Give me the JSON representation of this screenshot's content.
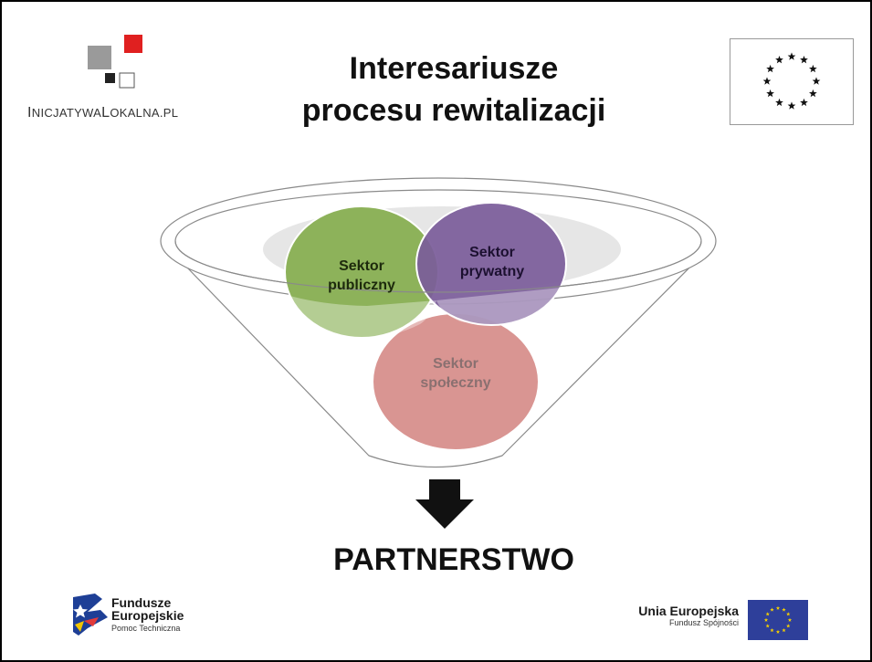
{
  "header": {
    "title_line1": "Interesariusze",
    "title_line2": "procesu rewitalizacji",
    "brand": {
      "cap1": "I",
      "rest1": "NICJATYWA",
      "cap2": "L",
      "rest2": "OKALNA",
      "suffix": ".PL"
    }
  },
  "diagram": {
    "public": {
      "line1": "Sektor",
      "line2": "publiczny"
    },
    "private": {
      "line1": "Sektor",
      "line2": "prywatny"
    },
    "social": {
      "line1": "Sektor",
      "line2": "społeczny"
    }
  },
  "result": "PARTNERSTWO",
  "footer": {
    "fe": {
      "line1": "Fundusze",
      "line2": "Europejskie",
      "line3": "Pomoc Techniczna"
    },
    "ue": {
      "line1": "Unia Europejska",
      "line2": "Fundusz Spójności"
    }
  },
  "colors": {
    "public": "#8db25a",
    "private": "#7b5c9a",
    "social": "#d99592",
    "eu_blue": "#2e3f9a",
    "eu_star": "#f5d000",
    "brand_red": "#e02020",
    "brand_gray": "#9a9a9a"
  },
  "icons": [
    "inicjatywa-lokalna-logo",
    "eu-flag-icon",
    "arrow-down-icon",
    "fundusze-europejskie-logo",
    "unia-europejska-flag-icon"
  ]
}
